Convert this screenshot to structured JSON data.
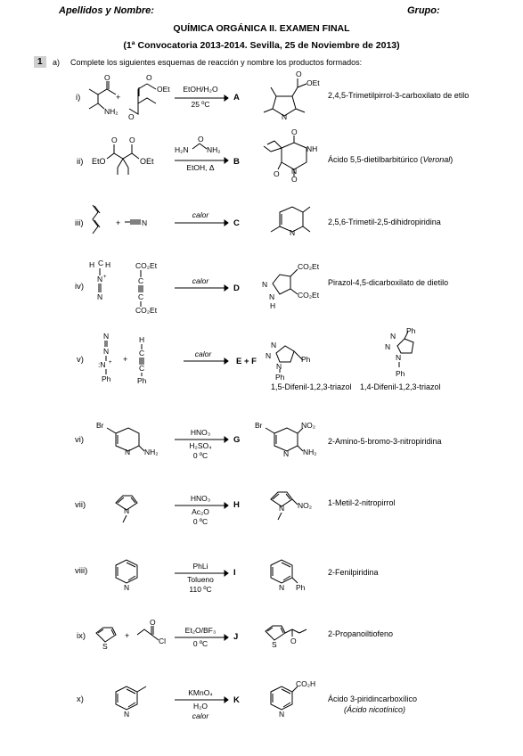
{
  "header": {
    "name_label": "Apellidos y Nombre:",
    "group_label": "Grupo:",
    "title": "QUÍMICA ORGÁNICA II. EXAMEN FINAL",
    "subtitle": "(1ª Convocatoria 2013-2014. Sevilla, 25 de Noviembre de 2013)"
  },
  "question": {
    "number": "1",
    "part": "a)",
    "statement": "Complete los siguientes esquemas de reacción y nombre los productos formados:"
  },
  "reactions": [
    {
      "roman": "i)",
      "cond_top": "EtOH/H₂O",
      "cond_bottom": "25 ºC",
      "letter": "A",
      "product": "2,4,5-Trimetilpirrol-3-carboxilato de etilo"
    },
    {
      "roman": "ii)",
      "cond_top": "",
      "cond_bottom": "EtOH, Δ",
      "letter": "B",
      "product": "Ácido 5,5-dietilbarbitúrico (",
      "product_italic": "Veronal",
      "product_end": ")"
    },
    {
      "roman": "iii)",
      "cond_top": "calor",
      "cond_bottom": "",
      "letter": "C",
      "product": "2,5,6-Trimetil-2,5-dihidropiridina"
    },
    {
      "roman": "iv)",
      "cond_top": "calor",
      "cond_bottom": "",
      "letter": "D",
      "product": "Pirazol-4,5-dicarboxilato de dietilo"
    },
    {
      "roman": "v)",
      "cond_top": "calor",
      "cond_bottom": "",
      "letter": "E + F",
      "product_e": "1,5-Difenil-1,2,3-triazol",
      "product_f": "1,4-Difenil-1,2,3-triazol"
    },
    {
      "roman": "vi)",
      "cond_top": "HNO₃",
      "cond_mid": "H₂SO₄",
      "cond_bottom": "0 ºC",
      "letter": "G",
      "product": "2-Amino-5-bromo-3-nitropiridina"
    },
    {
      "roman": "vii)",
      "cond_top": "HNO₃",
      "cond_mid": "Ac₂O",
      "cond_bottom": "0 ºC",
      "letter": "H",
      "product": "1-Metil-2-nitropirrol"
    },
    {
      "roman": "viii)",
      "cond_top": "PhLi",
      "cond_mid": "Tolueno",
      "cond_bottom": "110 ºC",
      "letter": "I",
      "product": "2-Fenilpiridina"
    },
    {
      "roman": "ix)",
      "cond_top": "Et₂O/BF₃",
      "cond_bottom": "0 ºC",
      "letter": "J",
      "product": "2-Propanoiltiofeno"
    },
    {
      "roman": "x)",
      "cond_top": "KMnO₄",
      "cond_mid": "H₂O",
      "cond_bottom": "calor",
      "letter": "K",
      "product": "Ácido 3-piridincarboxílico",
      "product_note": "(Ácido nicotínico)"
    }
  ],
  "atoms": {
    "nh2": "NH₂",
    "oet": "OEt",
    "eto": "EtO",
    "nh": "NH",
    "h": "H",
    "o": "O",
    "n": "N",
    "me": "N",
    "co2et": "CO₂Et",
    "ph": "Ph",
    "br": "Br",
    "no2": "NO₂",
    "s": "S",
    "cl": "Cl",
    "co2h": "CO₂H",
    "plus": "+",
    "h2n": "H₂N"
  }
}
